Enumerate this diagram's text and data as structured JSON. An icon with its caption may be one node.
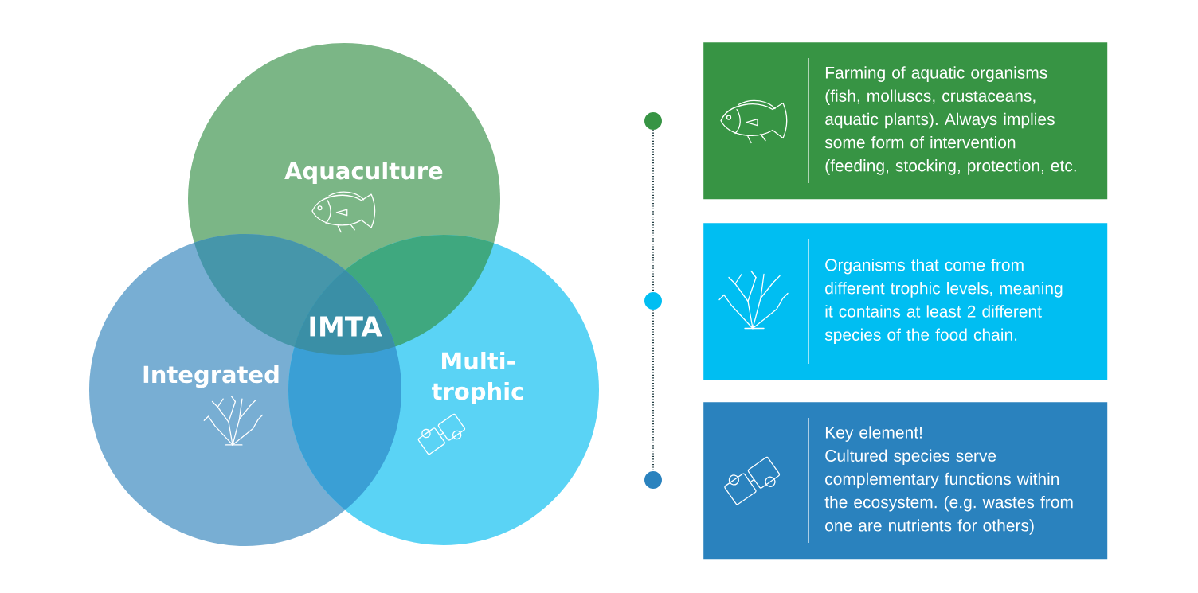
{
  "diagram": {
    "nodes": [
      {
        "text": [
          "Aquaculture"
        ]
      },
      {
        "text": [
          "Integrated"
        ]
      },
      {
        "text": [
          "Multi-trophic"
        ]
      },
      {
        "text": [],
        "shape": "circle"
      },
      {
        "text": [],
        "shape": "circle"
      },
      {
        "text": [],
        "shape": "circle"
      },
      {
        "text": [
          "Farming of aquatic organisms (fish, molluscs, crustaceans, aquatic plants). Always implies some form of intervention (feeding, stocking, protection, etc."
        ]
      },
      {
        "text": [
          "Organisms that come from different trophic levels, meaning it contains at least 2 different species of the food chain."
        ]
      },
      {
        "text": [
          "Key element!",
          "Cultured species serve complementary functions within the ecosystem. (e.g. wastes from one are nutrients for others)"
        ]
      }
    ],
    "edges": [
      {
        "from": 3,
        "to": 4,
        "arrow": "none",
        "style": "dashed"
      },
      {
        "from": 4,
        "to": 5,
        "arrow": "none",
        "style": "dashed"
      }
    ],
    "labels": [
      "IMTA"
    ]
  }
}
